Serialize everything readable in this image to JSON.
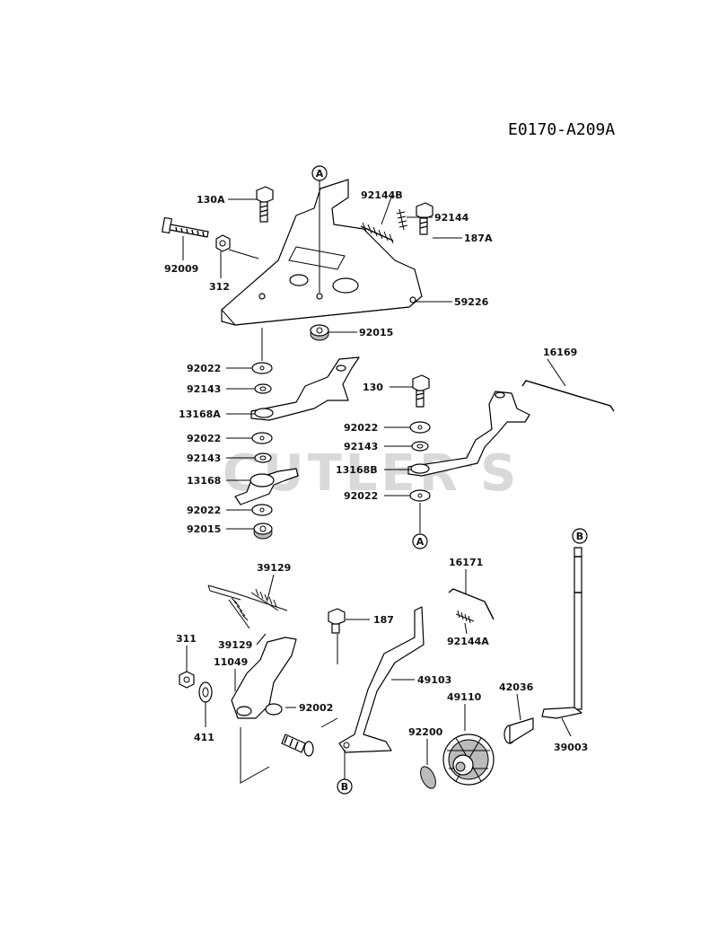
{
  "diagram_code": "E0170-A209A",
  "watermark": "CUTLER'S",
  "refs": {
    "a": "A",
    "b": "B"
  },
  "labels": {
    "p130A": "130A",
    "p92144B": "92144B",
    "p92144": "92144",
    "p187A": "187A",
    "p92009": "92009",
    "p312": "312",
    "p59226": "59226",
    "p92015_top": "92015",
    "p16169": "16169",
    "p92022_a": "92022",
    "p92143_a": "92143",
    "p130": "130",
    "p13168A": "13168A",
    "p92022_b": "92022",
    "p92022_r1": "92022",
    "p92143_b": "92143",
    "p92143_r": "92143",
    "p13168": "13168",
    "p13168B": "13168B",
    "p92022_r2": "92022",
    "p92022_c": "92022",
    "p92015_bot": "92015",
    "p39129_top": "39129",
    "p16171": "16171",
    "p187": "187",
    "p311": "311",
    "p39129_mid": "39129",
    "p92144A": "92144A",
    "p11049": "11049",
    "p49103": "49103",
    "p92002": "92002",
    "p49110": "49110",
    "p42036": "42036",
    "p411": "411",
    "p92200": "92200",
    "p39003": "39003"
  }
}
